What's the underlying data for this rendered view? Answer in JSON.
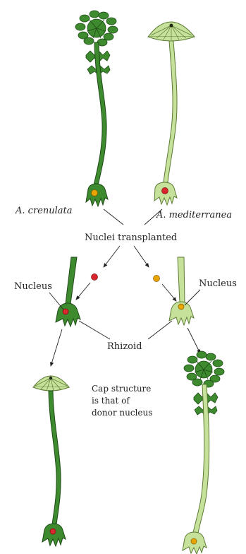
{
  "labels": {
    "species_left": "A. crenulata",
    "species_right": "A. mediterranea",
    "transplant": "Nuclei transplanted",
    "nucleus_left": "Nucleus",
    "nucleus_right": "Nucleus",
    "rhizoid": "Rhizoid",
    "result_line1": "Cap structure",
    "result_line2": "is that of",
    "result_line3": "donor nucleus"
  },
  "colors": {
    "dark_green": "#3e8a2e",
    "dark_outline": "#1e4a17",
    "light_green": "#c6e29a",
    "light_outline": "#5c7a35",
    "nucleus_red": "#d9262c",
    "nucleus_yellow": "#e8a400"
  },
  "icons": {
    "crenulata_cap": "branched-cap-icon",
    "mediterranea_cap": "umbrella-cap-icon"
  }
}
